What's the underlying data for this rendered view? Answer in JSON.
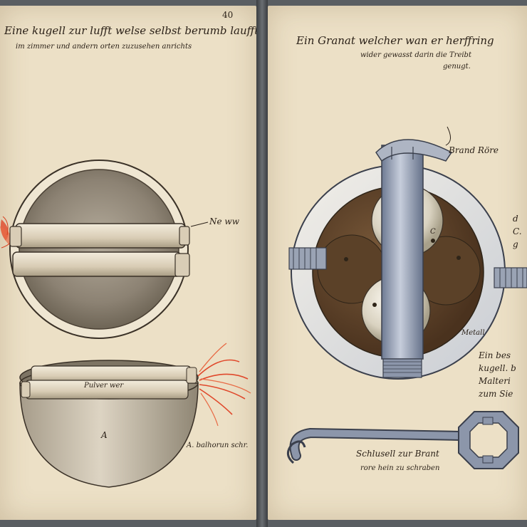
{
  "left_page": {
    "page_number": "40",
    "title_line1": "Eine kugell zur lufft welse selbst berumb laufft",
    "title_line2": "im zimmer und andern orten zuzusehen anrichts",
    "label_top_right": "Ne ww",
    "label_bowl_inner": "Pulver wer",
    "label_bowl_letter": "A",
    "label_flame": "A. balhorun schr."
  },
  "right_page": {
    "title_line1": "Ein Granat welcher wan er herffring",
    "title_line2": "wider gewasst darin die Treibt",
    "title_line3": "genugt.",
    "label_fuse": "Brand Röre",
    "label_metal": "Metall",
    "label_letter_c": "C",
    "side_text": [
      "Ein bes",
      "kugell. b",
      "Malteri",
      "zum Sie"
    ],
    "edge_text": [
      "d",
      "C.",
      "g"
    ],
    "key_caption_line1": "Schlusell zur Brant",
    "key_caption_line2": "rore hein zu schraben"
  },
  "colors": {
    "parchment": "#ece0c6",
    "ink": "#2b2118",
    "sepia_wash": "#8c8273",
    "flame": "#e0482b",
    "metal_blue": "#8f9aae",
    "brown_ball": "#5b4128"
  }
}
